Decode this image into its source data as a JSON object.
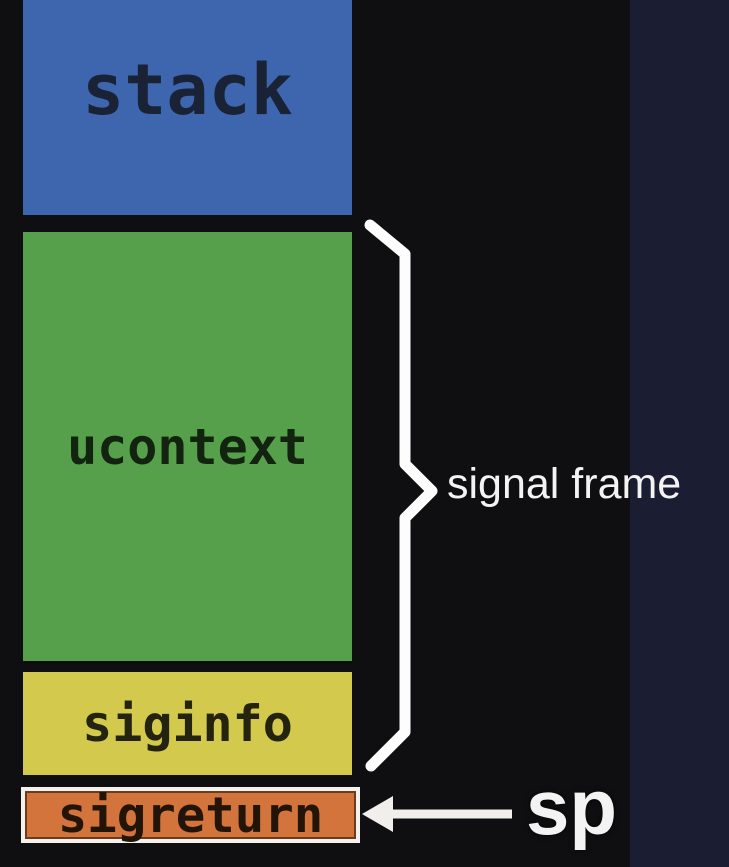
{
  "boxes": {
    "stack": {
      "label": "stack",
      "color": "#3e66ae"
    },
    "ucontext": {
      "label": "ucontext",
      "color": "#57a04b"
    },
    "siginfo": {
      "label": "siginfo",
      "color": "#d3c94d"
    },
    "sigreturn": {
      "label": "sigreturn",
      "color": "#d2743b"
    }
  },
  "annotations": {
    "signal_frame": "signal frame",
    "stack_pointer": "sp"
  },
  "colors": {
    "background": "#0f0f11",
    "side_band": "#1b1d32",
    "annotation_text": "#f3f3f3",
    "brace": "#fdfdfd",
    "arrow": "#f0efec"
  }
}
